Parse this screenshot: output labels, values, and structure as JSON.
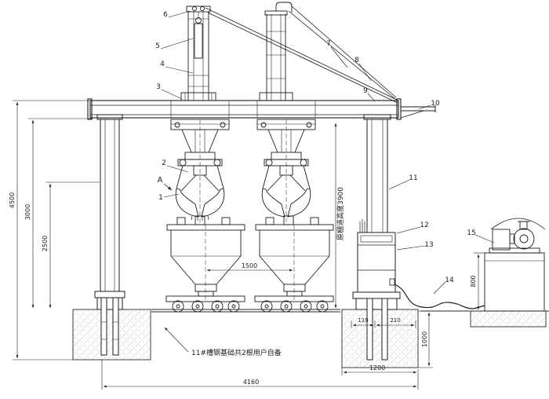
{
  "drawing": {
    "callouts": [
      "1",
      "2",
      "3",
      "4",
      "5",
      "6",
      "7",
      "8",
      "9",
      "10",
      "11",
      "12",
      "13",
      "14",
      "15"
    ],
    "dimensions": {
      "overall_height": "4500",
      "rail_height": "3000",
      "clearance_height": "2500",
      "hopper_spacing": "1500",
      "overall_span": "4160",
      "foundation_width": "1200",
      "foundation_depth": "1000",
      "tank_height": "800",
      "base_dim_a": "110",
      "base_dim_b": "210"
    },
    "notes": {
      "shed_height_note": "原棚道高度3900",
      "foundation_note": "11#槽钢基础共2根用户自备",
      "section_marker": "A"
    }
  }
}
